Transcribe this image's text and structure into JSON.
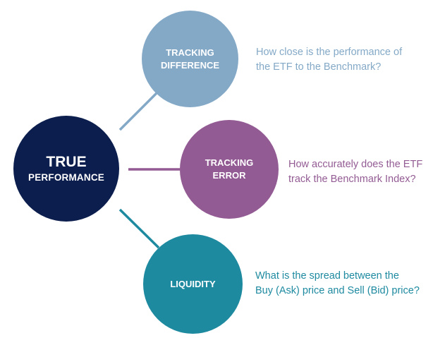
{
  "colors": {
    "true_performance": "#0c1e4d",
    "tracking_difference": "#84a9c7",
    "tracking_error": "#935b93",
    "liquidity": "#1e8aa0"
  },
  "center": {
    "line1": "TRUE",
    "line2": "PERFORMANCE"
  },
  "nodes": [
    {
      "key": "tracking_difference",
      "lines": [
        "TRACKING",
        "DIFFERENCE"
      ],
      "question": [
        "How close is the performance of",
        "the ETF to the Benchmark?"
      ]
    },
    {
      "key": "tracking_error",
      "lines": [
        "TRACKING",
        "ERROR"
      ],
      "question": [
        "How accurately does the ETF",
        "track the Benchmark Index?"
      ]
    },
    {
      "key": "liquidity",
      "lines": [
        "LIQUIDITY"
      ],
      "question": [
        "What is the spread between the",
        "Buy (Ask) price and Sell (Bid) price?"
      ]
    }
  ]
}
